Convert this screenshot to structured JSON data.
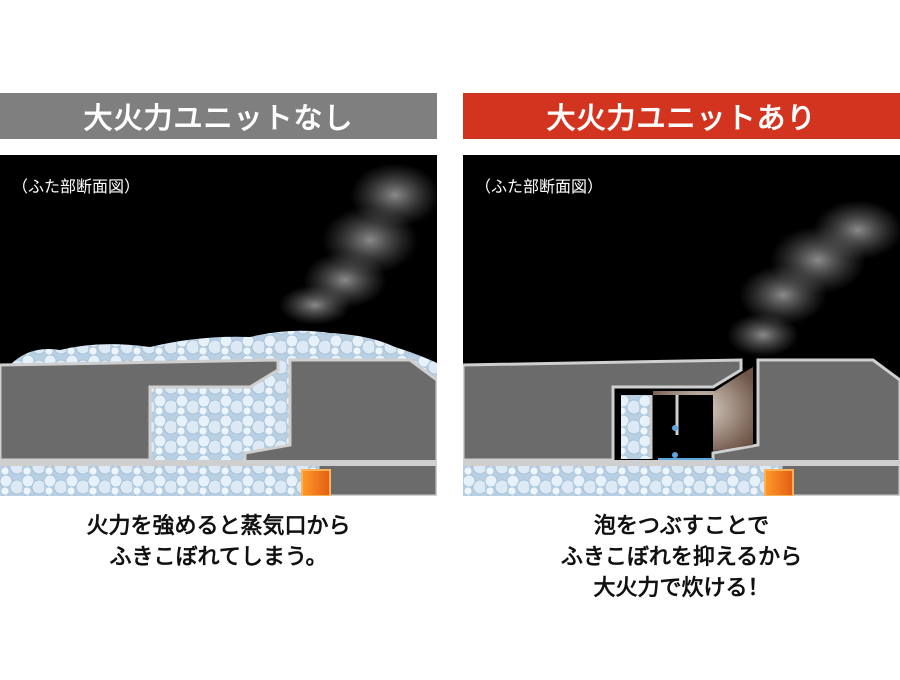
{
  "colors": {
    "banner_without": "#7f7f7f",
    "banner_with": "#d3341f",
    "background_figure": "#000000",
    "lid_gray": "#6b6b6b",
    "lid_outline": "#cfcfcf",
    "foam": "#dbeaf6",
    "heater": "#f07a1f"
  },
  "left": {
    "banner": "大火力ユニットなし",
    "section_label": "（ふた部断面図）",
    "caption_lines": [
      "火力を強めると蒸気口から",
      "ふきこぼれてしまう。"
    ]
  },
  "right": {
    "banner": "大火力ユニットあり",
    "section_label": "（ふた部断面図）",
    "caption_lines": [
      "泡をつぶすことで",
      "ふきこぼれを抑えるから",
      "大火力で炊ける！"
    ]
  }
}
